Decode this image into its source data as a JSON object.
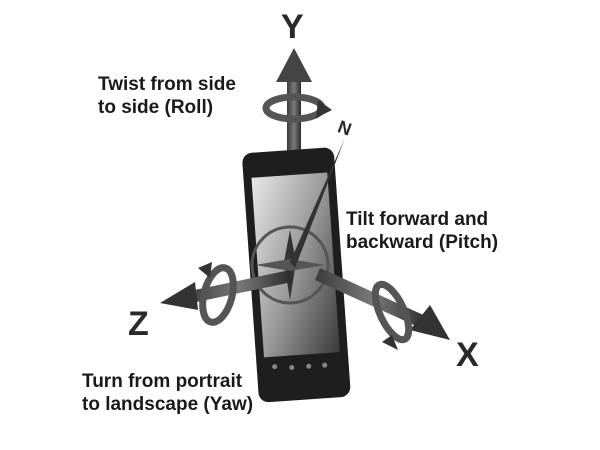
{
  "axes": {
    "y": "Y",
    "x": "X",
    "z": "Z",
    "north": "N"
  },
  "labels": {
    "roll_line1": "Twist from side",
    "roll_line2": "to side (Roll)",
    "pitch_line1": "Tilt forward and",
    "pitch_line2": "backward (Pitch)",
    "yaw_line1": "Turn from portrait",
    "yaw_line2": "to landscape (Yaw)"
  }
}
